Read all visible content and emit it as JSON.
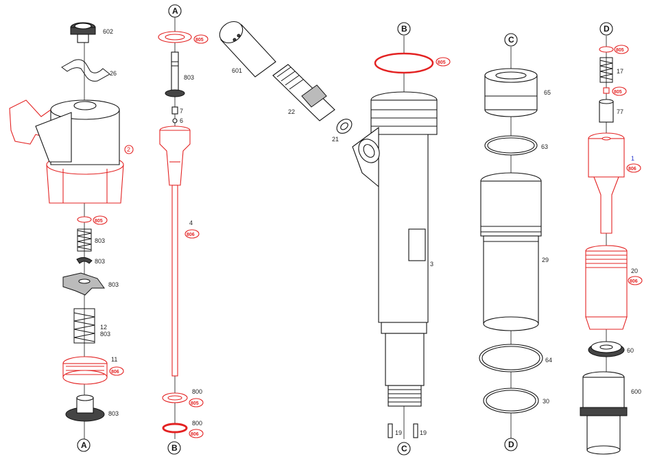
{
  "refs": {
    "a": "A",
    "b": "B",
    "c": "C",
    "d": "D"
  },
  "parts": {
    "p602": "602",
    "p26": "26",
    "p2": "2",
    "p805": "805",
    "p806": "806",
    "p803": "803",
    "p12": "12",
    "p11": "11",
    "p4": "4",
    "p7": "7",
    "p6": "6",
    "p800": "800",
    "p601": "601",
    "p22": "22",
    "p21": "21",
    "p3": "3",
    "p19": "19",
    "p65": "65",
    "p63": "63",
    "p29": "29",
    "p64": "64",
    "p30": "30",
    "p17": "17",
    "p77": "77",
    "p1": "1",
    "p20": "20",
    "p60": "60",
    "p600": "600"
  },
  "colors": {
    "highlight": "#e32222",
    "line": "#111111",
    "index": "#2233cc"
  }
}
